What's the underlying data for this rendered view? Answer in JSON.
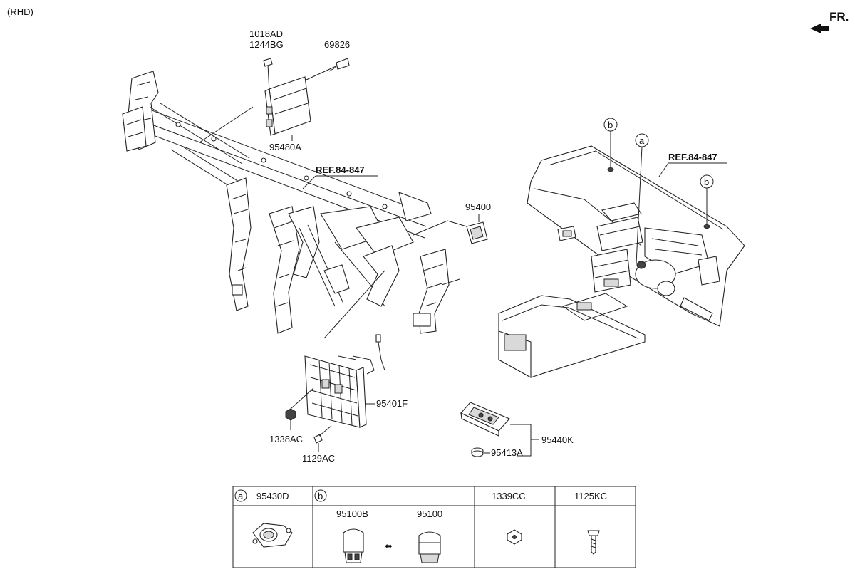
{
  "header": {
    "variant": "(RHD)",
    "direction": "FR."
  },
  "callouts": {
    "p1018AD": "1018AD",
    "p1244BG": "1244BG",
    "p69826": "69826",
    "p95480A": "95480A",
    "ref_left": "REF.84-847",
    "ref_right": "REF.84-847",
    "p95400": "95400",
    "p95401F": "95401F",
    "p1338AC": "1338AC",
    "p1129AC": "1129AC",
    "p95440K": "95440K",
    "p95413A": "95413A",
    "bubble_a": "a",
    "bubble_b1": "b",
    "bubble_b2": "b"
  },
  "table": {
    "col_a": {
      "letter": "a",
      "part": "95430D"
    },
    "col_b": {
      "letter": "b",
      "part_1": "95100B",
      "part_2": "95100",
      "swap_symbol": "⬌"
    },
    "col_c": {
      "part": "1339CC"
    },
    "col_d": {
      "part": "1125KC"
    }
  }
}
